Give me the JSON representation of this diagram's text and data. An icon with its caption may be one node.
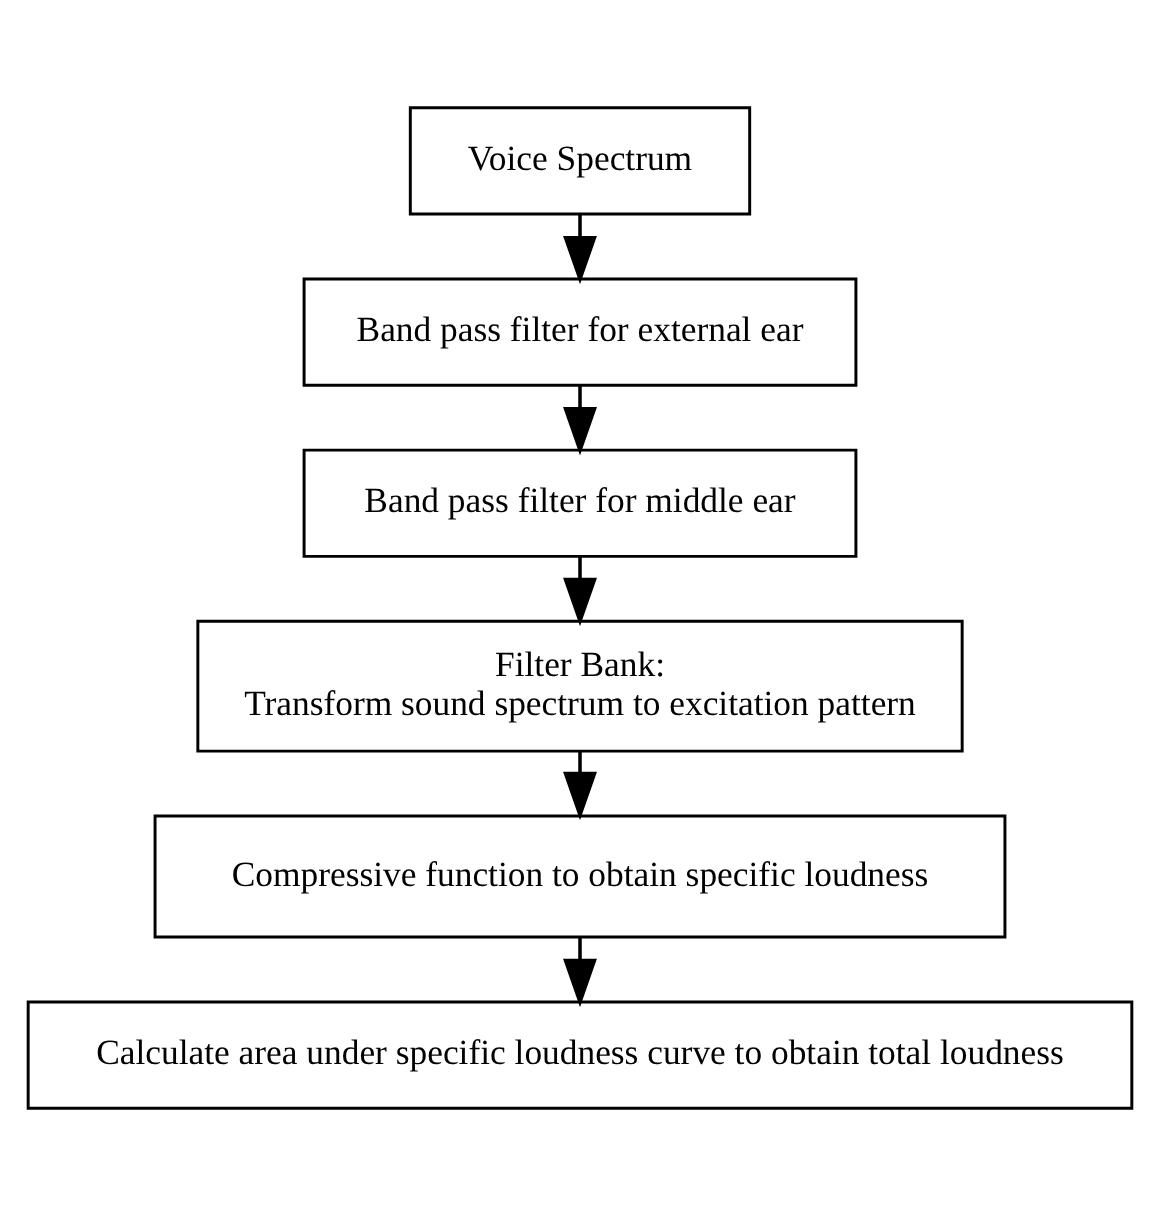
{
  "diagram": {
    "nodes": [
      {
        "text": [
          "Voice Spectrum"
        ]
      },
      {
        "text": [
          "Band pass filter for external ear"
        ]
      },
      {
        "text": [
          "Band pass filter for middle ear"
        ]
      },
      {
        "text": [
          "Filter Bank:",
          "Transform sound spectrum to excitation pattern"
        ]
      },
      {
        "text": [
          "Compressive function to obtain specific loudness"
        ]
      },
      {
        "text": [
          "Calculate area under specific loudness curve to obtain total loudness"
        ]
      }
    ],
    "edges": [
      {
        "from": 0,
        "to": 1,
        "arrow": "to"
      },
      {
        "from": 1,
        "to": 2,
        "arrow": "to"
      },
      {
        "from": 2,
        "to": 3,
        "arrow": "to"
      },
      {
        "from": 3,
        "to": 4,
        "arrow": "to"
      },
      {
        "from": 4,
        "to": 5,
        "arrow": "to"
      }
    ]
  }
}
